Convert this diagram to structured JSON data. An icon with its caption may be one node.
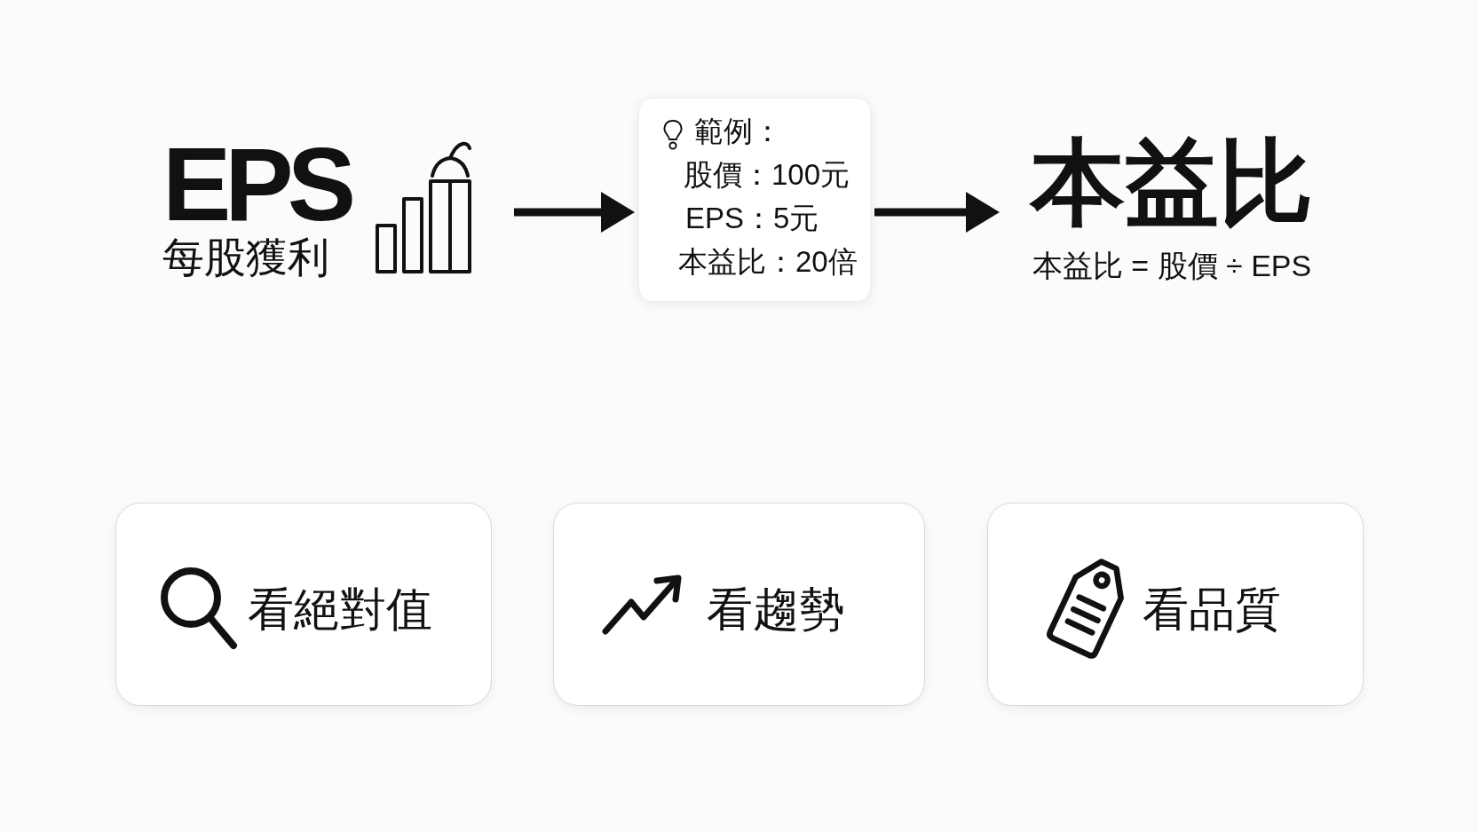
{
  "diagram": {
    "nodes": [
      {
        "text": [
          "EPS",
          "每股獲利"
        ]
      },
      {
        "text": [
          "範例：",
          "股價：100元",
          "EPS：5元",
          "本益比：20倍"
        ]
      },
      {
        "text": [
          "本益比",
          "本益比 = 股價 ÷ EPS"
        ]
      },
      {
        "text": [
          "看絕對值"
        ]
      },
      {
        "text": [
          "看趨勢"
        ]
      },
      {
        "text": [
          "看品質"
        ]
      }
    ],
    "edges": [
      {
        "from": 0,
        "to": 1,
        "arrow": "to"
      },
      {
        "from": 1,
        "to": 2,
        "arrow": "to"
      }
    ]
  }
}
